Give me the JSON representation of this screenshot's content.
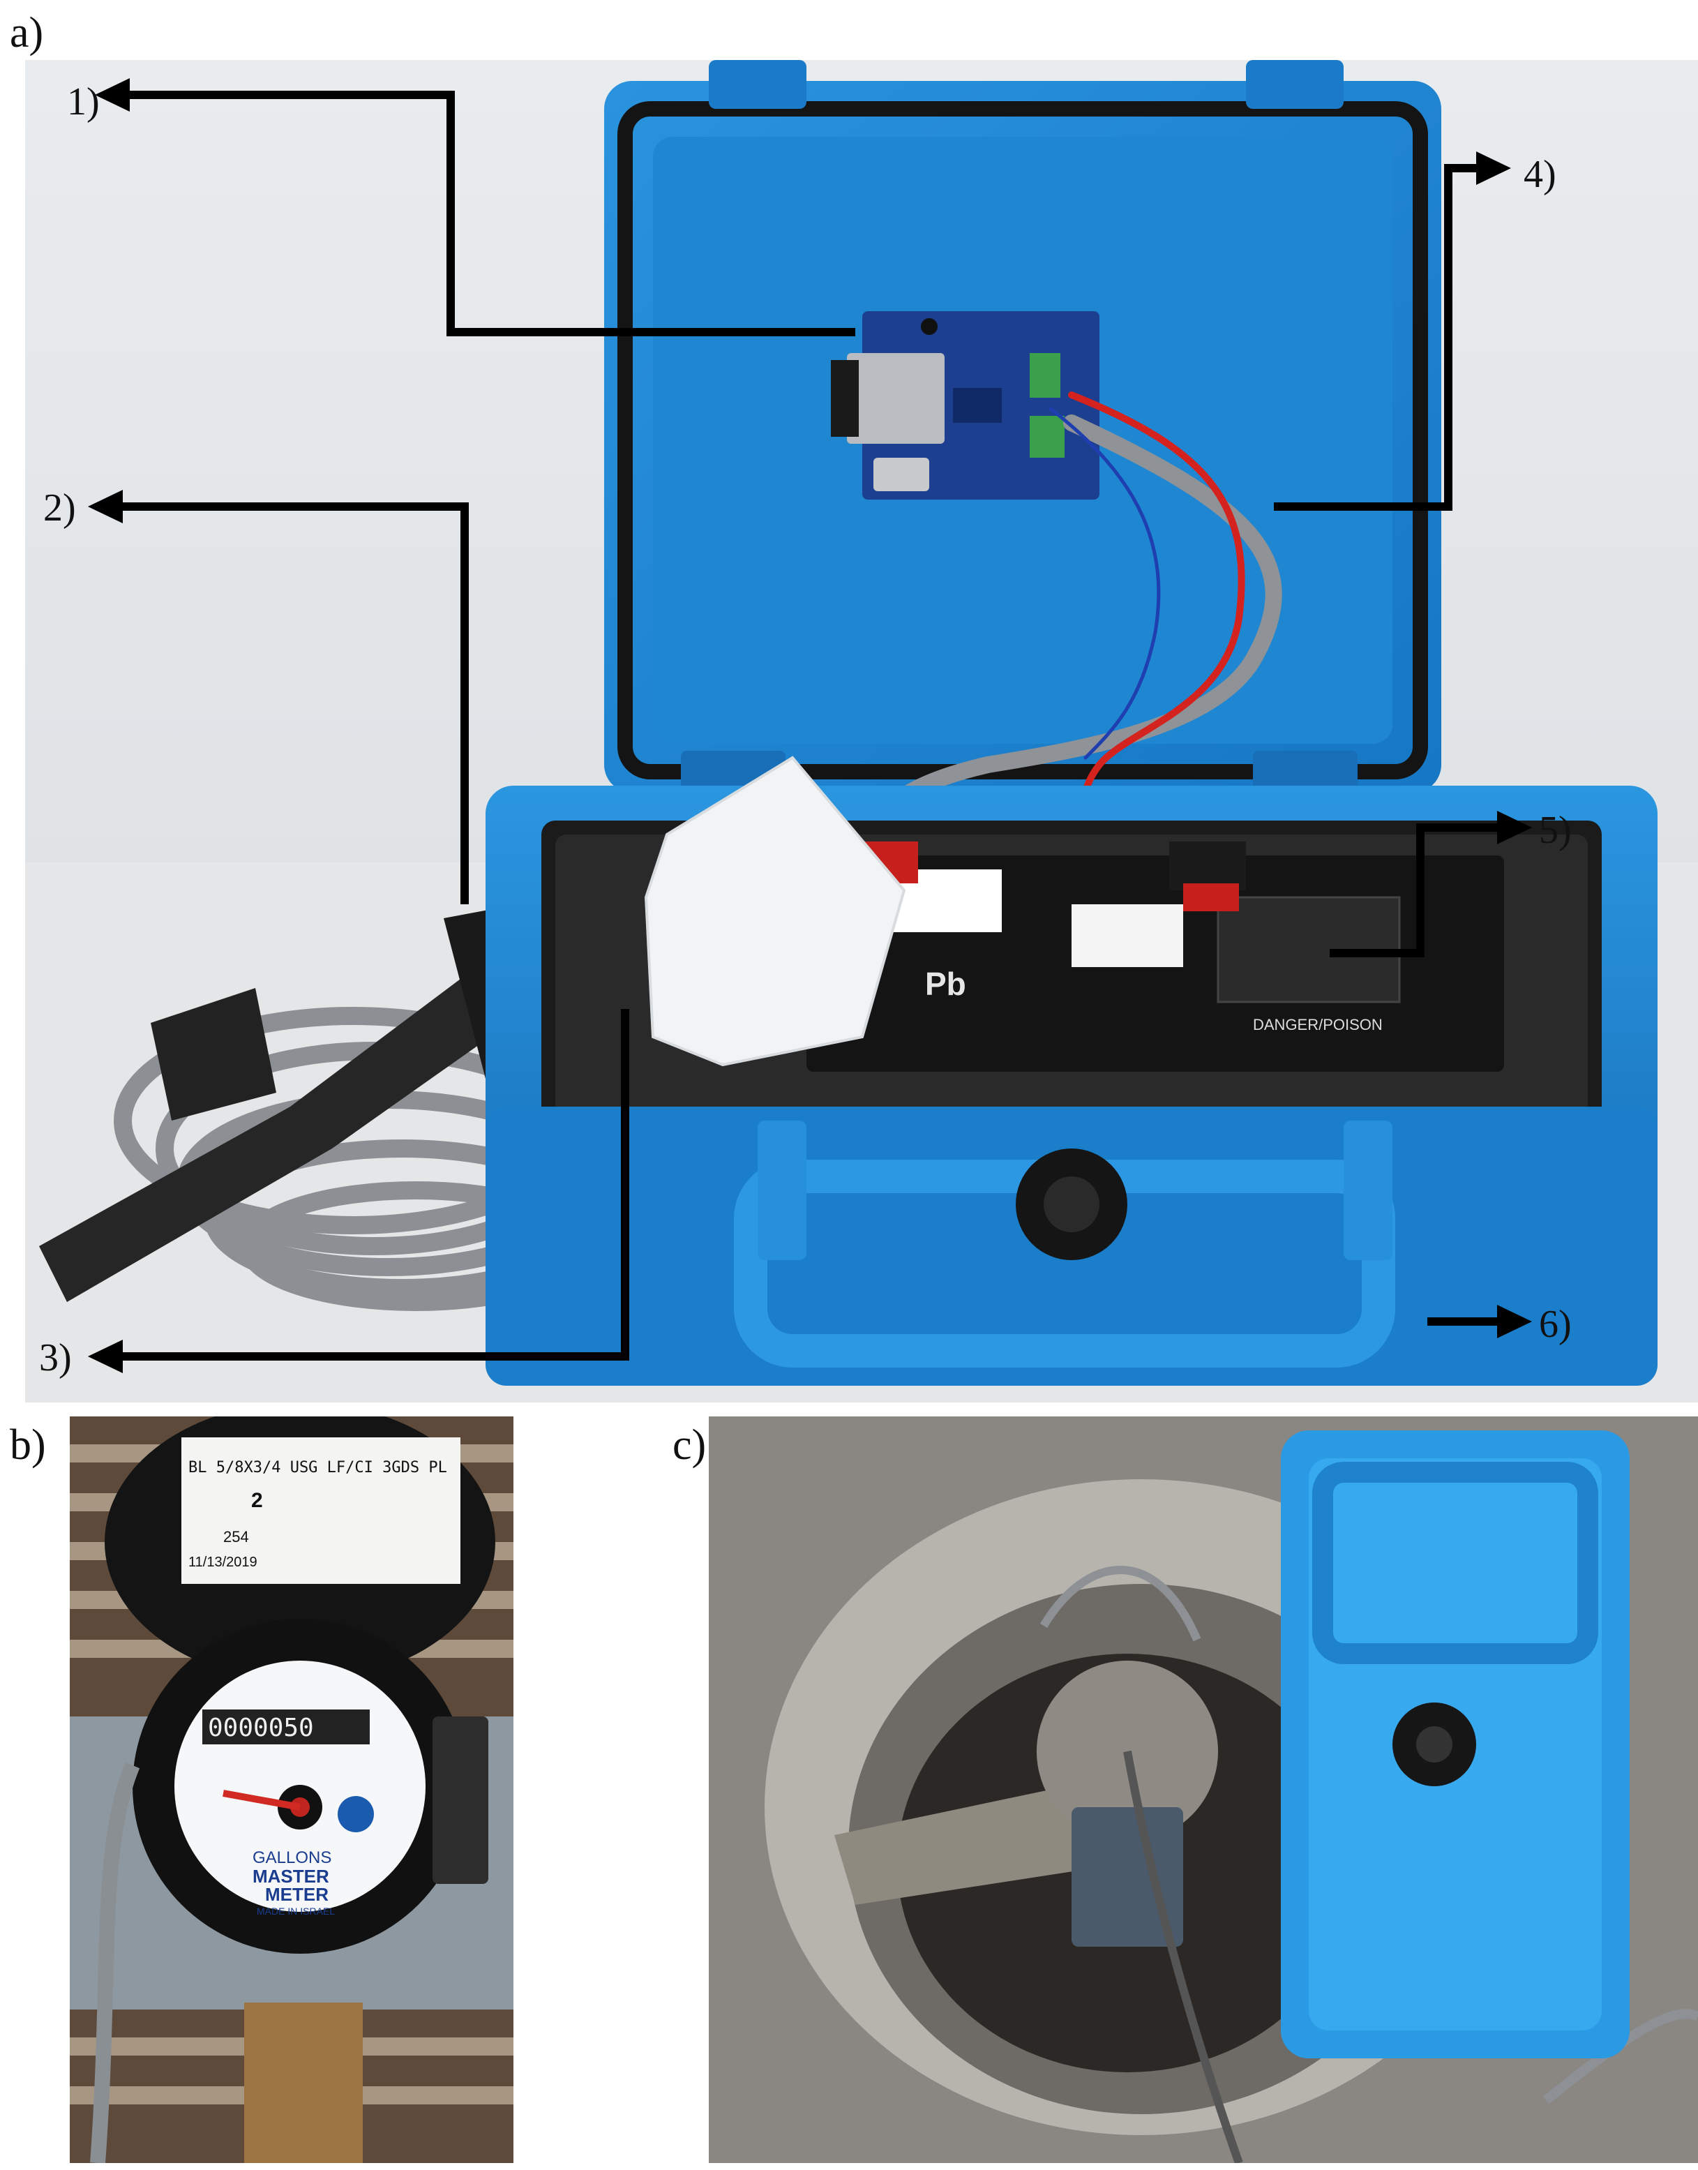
{
  "panels": {
    "a": {
      "label": "a)"
    },
    "b": {
      "label": "b)"
    },
    "c": {
      "label": "c)"
    }
  },
  "callouts": [
    {
      "label": "1)"
    },
    {
      "label": "2)"
    },
    {
      "label": "3)"
    },
    {
      "label": "4)"
    },
    {
      "label": "5)"
    },
    {
      "label": "6)"
    }
  ],
  "meter": {
    "register_digits": "0000050",
    "unit": "GALLONS",
    "brand_line1": "MASTER",
    "brand_line2": "METER",
    "origin": "MADE IN ISRAEL",
    "tag_model": "BL 5/8X3/4 USG LF/CI 3GDS PL",
    "tag_number": "2",
    "tag_date": "11/13/2019",
    "tag_code": "254"
  },
  "battery": {
    "chem_label": "Pb",
    "warning_label": "DANGER/POISON"
  },
  "colors": {
    "case_blue": "#1e88d6",
    "case_blue_dark": "#0f5fa8",
    "foam": "#2a2a2a",
    "pcb": "#1d3f8f",
    "cable_grey": "#8f9397",
    "wire_red": "#d4231f",
    "arrow": "#000000"
  }
}
